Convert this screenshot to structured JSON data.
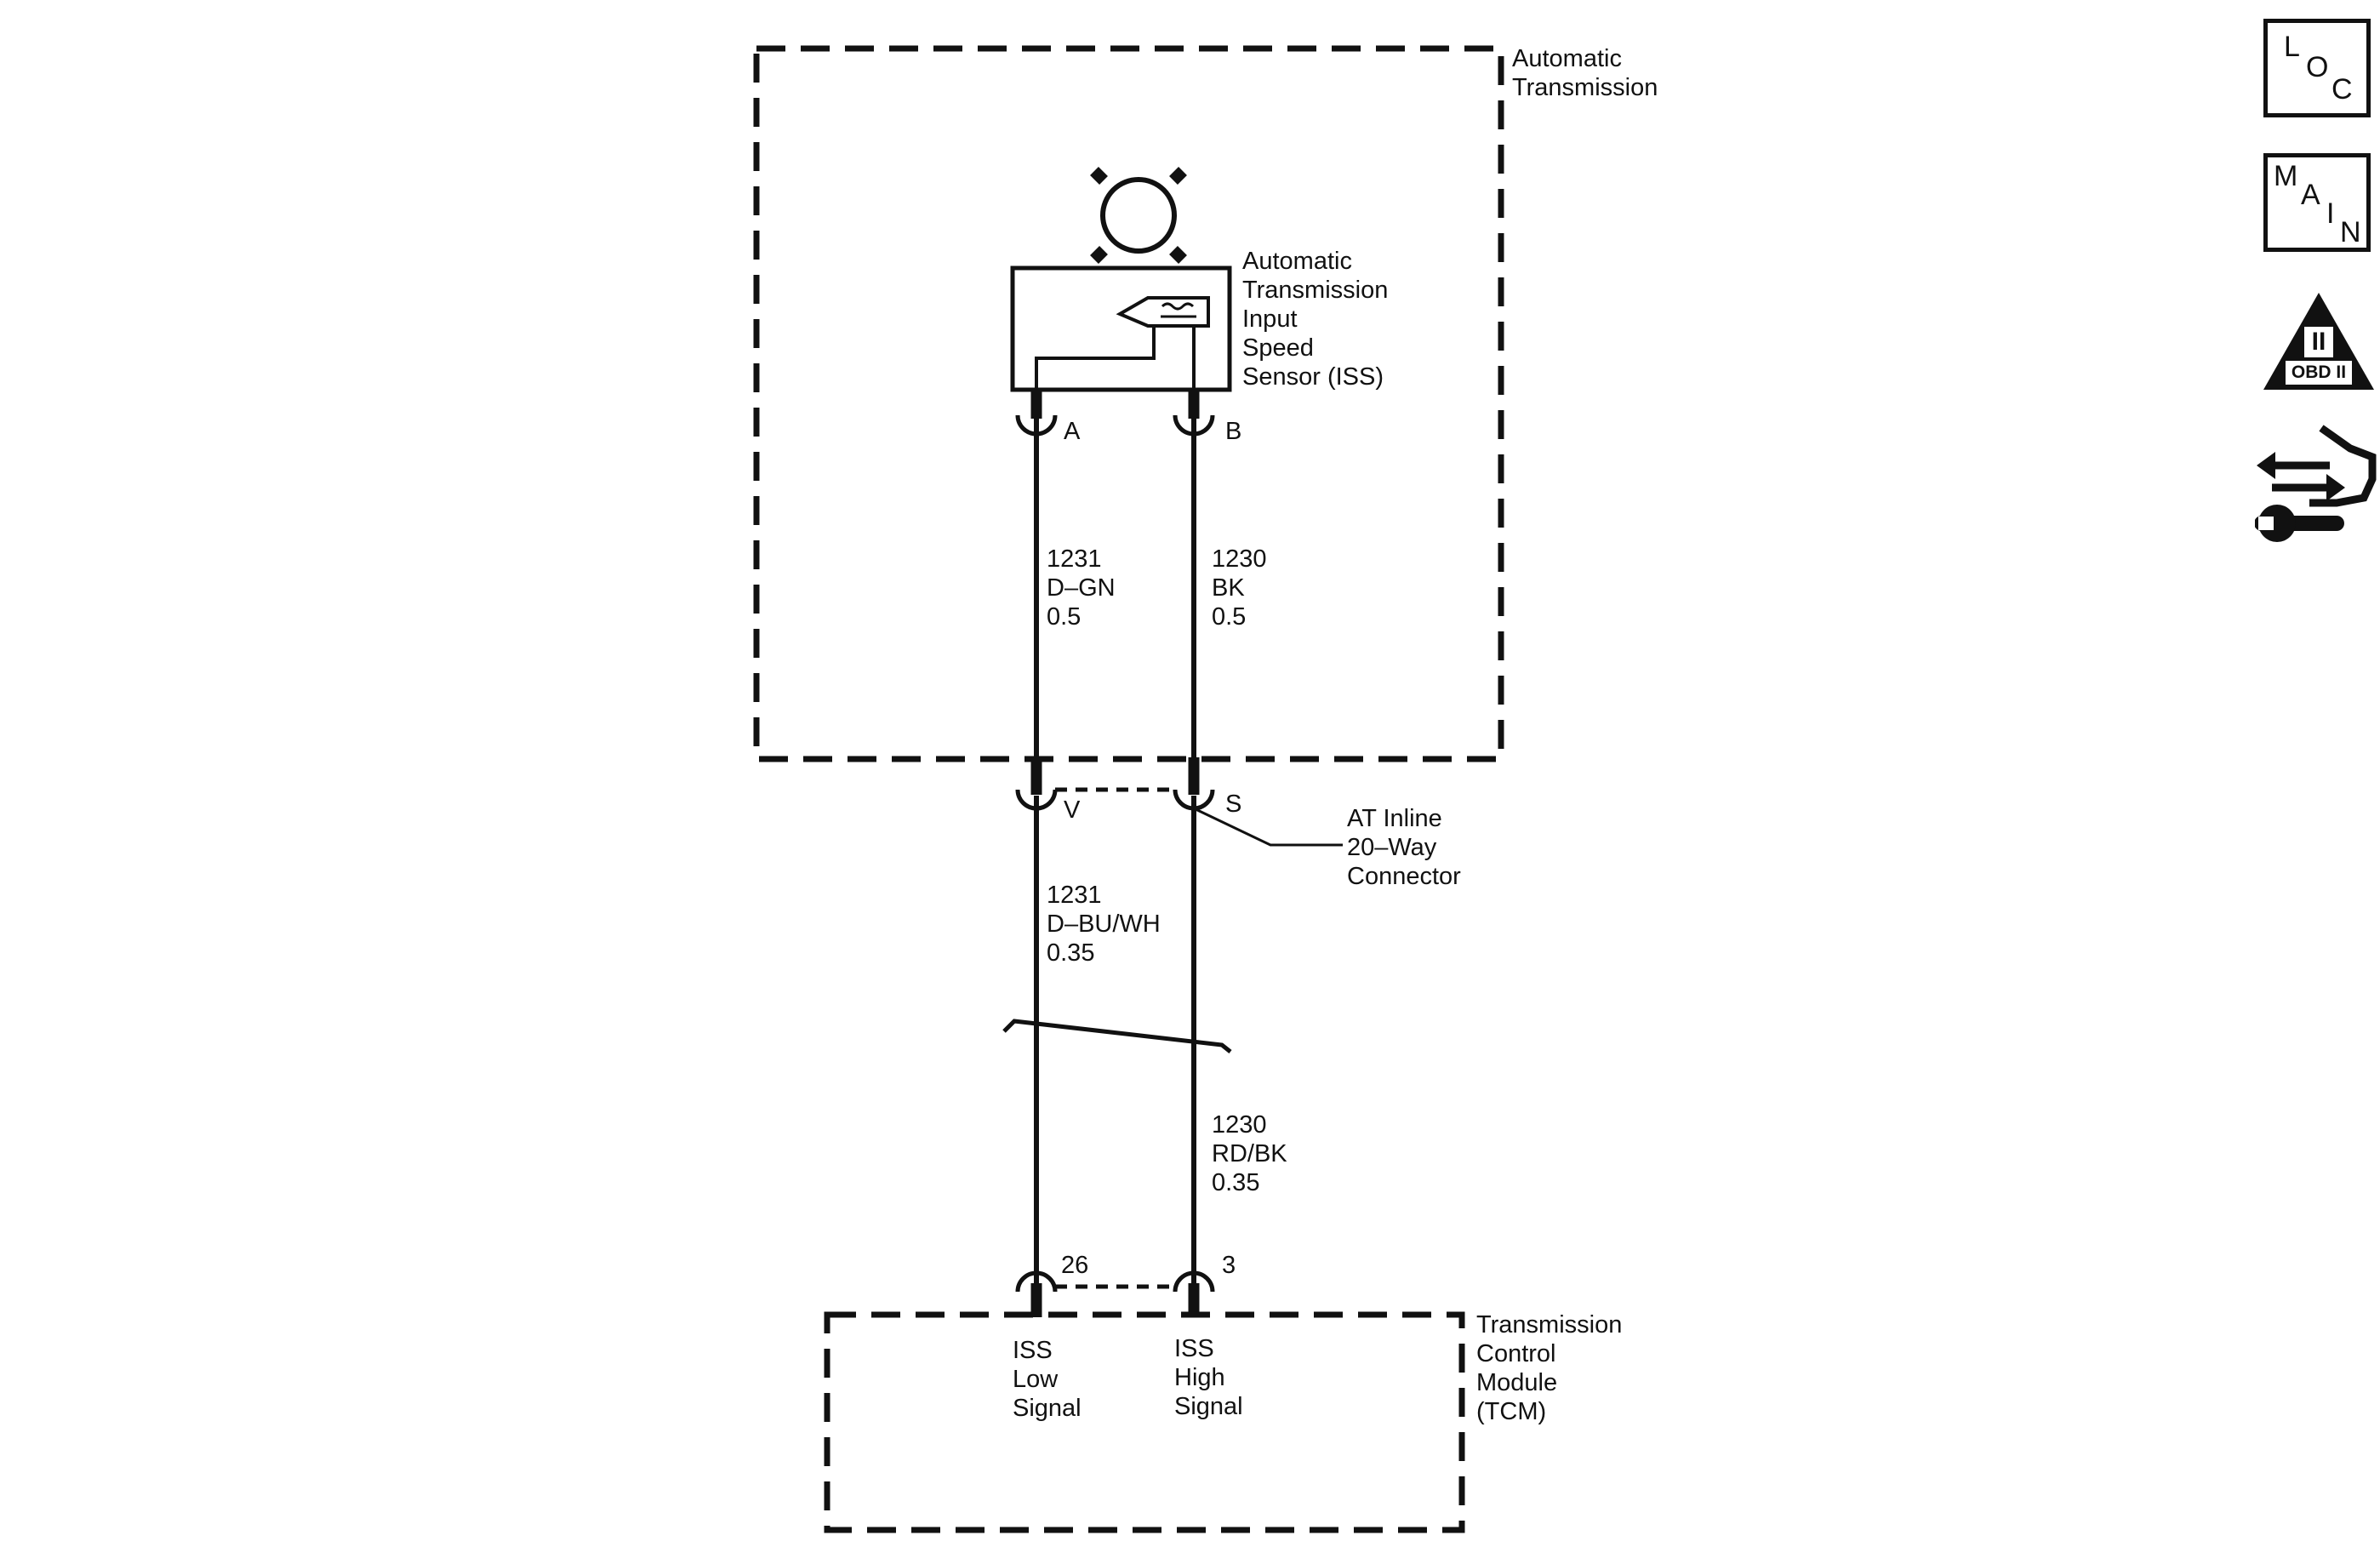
{
  "enclosures": {
    "transmission": "Automatic\nTransmission",
    "tcm": "Transmission\nControl\nModule\n(TCM)"
  },
  "sensor": {
    "name": "Automatic\nTransmission\nInput\nSpeed\nSensor (ISS)"
  },
  "connectors": {
    "sensor_pins": [
      "A",
      "B"
    ],
    "inline_pins": [
      "V",
      "S"
    ],
    "inline_name": "AT Inline\n20–Way\nConnector",
    "tcm_pins": [
      "26",
      "3"
    ]
  },
  "wires": {
    "left_upper": "1231\nD–GN\n0.5",
    "right_upper": "1230\nBK\n0.5",
    "left_lower": "1231\nD–BU/WH\n0.35",
    "right_lower": "1230\nRD/BK\n0.35"
  },
  "tcm_signals": {
    "low": "ISS\nLow\nSignal",
    "high": "ISS\nHigh\nSignal"
  },
  "side_icons": {
    "loc": [
      "L",
      "O",
      "C"
    ],
    "main": [
      "M",
      "A",
      "I",
      "N"
    ],
    "obd_roman": "II",
    "obd_text": "OBD II",
    "names": [
      "loc-icon",
      "main-icon",
      "obd-ii-icon",
      "diagnostic-connector-icon"
    ]
  }
}
